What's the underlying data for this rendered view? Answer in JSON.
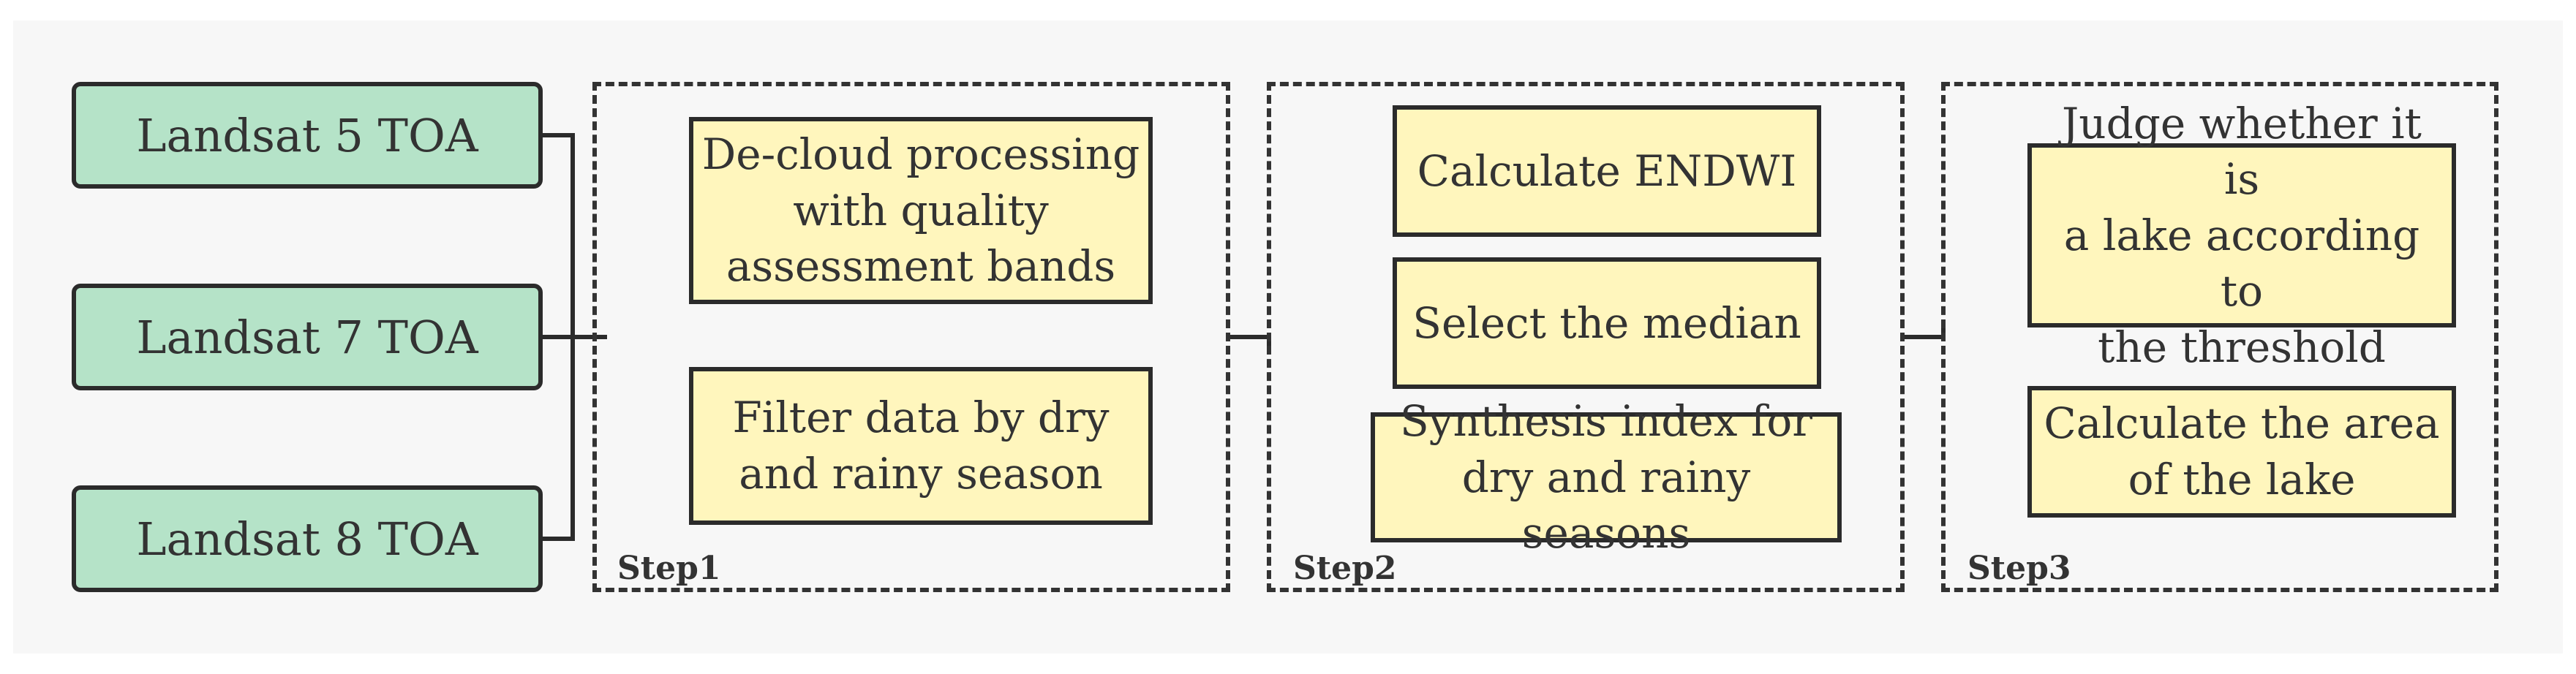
{
  "sources": [
    {
      "label": "Landsat 5 TOA"
    },
    {
      "label": "Landsat 7 TOA"
    },
    {
      "label": "Landsat 8 TOA"
    }
  ],
  "steps": [
    {
      "label": "Step1",
      "boxes": [
        {
          "text": "De-cloud processing\nwith quality\nassessment bands"
        },
        {
          "text": "Filter data by dry\nand rainy season"
        }
      ]
    },
    {
      "label": "Step2",
      "boxes": [
        {
          "text": "Calculate ENDWI"
        },
        {
          "text": "Select the median"
        },
        {
          "text": "Synthesis index for\ndry and rainy seasons"
        }
      ]
    },
    {
      "label": "Step3",
      "boxes": [
        {
          "text": "Judge whether it is\na lake according to\nthe threshold"
        },
        {
          "text": "Calculate the area\nof the lake"
        }
      ]
    }
  ],
  "colors": {
    "source_fill": "#b5e3c8",
    "process_fill": "#fff6bd",
    "stroke": "#2b2b2b",
    "background": "#f7f7f7"
  }
}
